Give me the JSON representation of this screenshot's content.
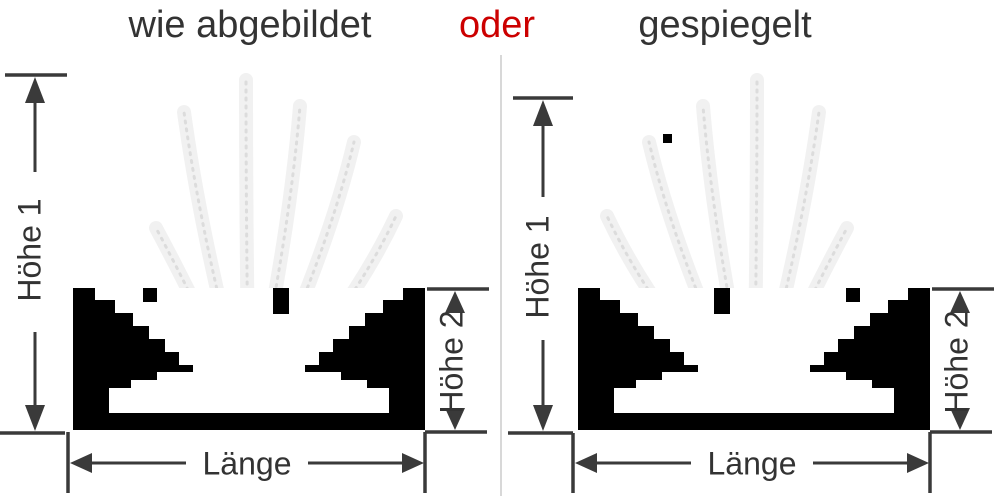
{
  "header": {
    "left_option": "wie abgebildet",
    "connector": "oder",
    "right_option": "gespiegelt"
  },
  "colors": {
    "text": "#333333",
    "connector_red": "#cc0000",
    "line": "#3a3a3a",
    "box_fill": "#000000",
    "divider": "#d8d8d8"
  },
  "diagrams": [
    {
      "labels": {
        "height1": "Höhe 1",
        "height2": "Höhe 2",
        "length": "Länge"
      }
    },
    {
      "labels": {
        "height1": "Höhe 1",
        "height2": "Höhe 2",
        "length": "Länge"
      }
    }
  ]
}
